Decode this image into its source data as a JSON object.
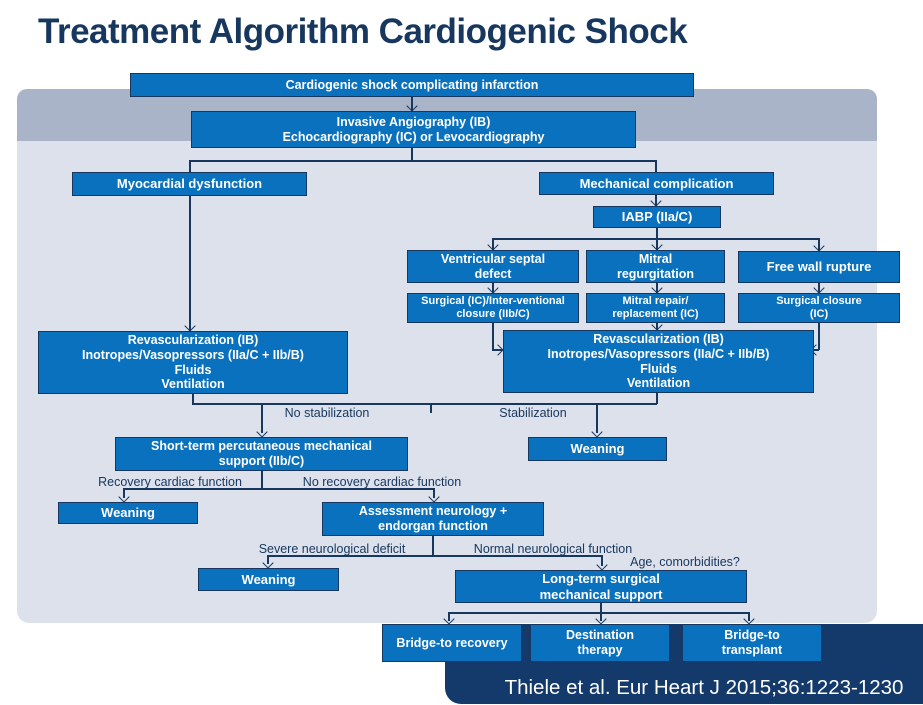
{
  "title": "Treatment Algorithm Cardiogenic Shock",
  "citation": "Thiele et al. Eur Heart J 2015;36:1223-1230",
  "colors": {
    "title_text": "#17375E",
    "node_fill": "#0A71BE",
    "node_border": "#17375E",
    "node_text": "#FFFFFF",
    "connector": "#17375E",
    "top_band": "#A9B4C8",
    "flow_panel": "#DCE1EB",
    "citation_panel": "#14396B",
    "citation_text": "#FFFFFF"
  },
  "nodes": {
    "shock": "Cardiogenic shock complicating infarction",
    "angio": "Invasive Angiography (IB)\nEchocardiography (IC) or Levocardiography",
    "myocardial": "Myocardial dysfunction",
    "mechanical": "Mechanical complication",
    "iabp": "IABP (IIa/C)",
    "vsd": "Ventricular septal\ndefect",
    "mitral": "Mitral\nregurgitation",
    "fwr": "Free wall rupture",
    "vsd_tx": "Surgical (IC)/Inter-ventional\nclosure (IIb/C)",
    "mitral_tx": "Mitral repair/\nreplacement (IC)",
    "fwr_tx": "Surgical closure\n(IC)",
    "revasc_left": "Revascularization (IB)\nInotropes/Vasopressors (IIa/C + IIb/B)\nFluids\nVentilation",
    "revasc_right": "Revascularization (IB)\nInotropes/Vasopressors (IIa/C + IIb/B)\nFluids\nVentilation",
    "short_term": "Short-term percutaneous mechanical\nsupport (IIb/C)",
    "weaning_stab": "Weaning",
    "weaning_recovery": "Weaning",
    "assessment": "Assessment neurology +\nendorgan function",
    "weaning_deficit": "Weaning",
    "long_term": "Long-term surgical\nmechanical support",
    "bridge_recovery": "Bridge-to recovery",
    "destination": "Destination\ntherapy",
    "bridge_transplant": "Bridge-to\ntransplant"
  },
  "labels": {
    "no_stabilization": "No stabilization",
    "stabilization": "Stabilization",
    "recovery": "Recovery cardiac function",
    "no_recovery": "No recovery cardiac function",
    "severe": "Severe neurological deficit",
    "normal": "Normal neurological function",
    "age": "Age, comorbidities?"
  }
}
